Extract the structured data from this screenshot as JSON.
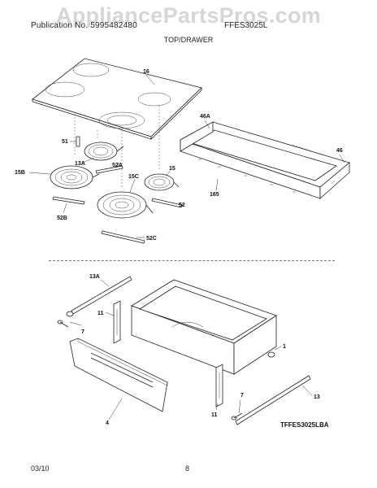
{
  "header": {
    "left": "Publication No. 5995482480",
    "right": "FFES3025L",
    "watermark": "AppliancePartsPros.com"
  },
  "section_title": "TOP/DRAWER",
  "figure_code": "TFFES3025LBA",
  "footer": {
    "date": "03/10",
    "page": "8"
  },
  "labels": {
    "p16": "16",
    "p46a": "46A",
    "p46": "46",
    "p165": "165",
    "p51": "51",
    "p13a_top": "13A",
    "p52a": "52A",
    "p15b": "15B",
    "p15c": "15C",
    "p15": "15",
    "p52": "52",
    "p52b": "52B",
    "p52c": "52C",
    "p13a_bot": "13A",
    "p11_left": "11",
    "p7_left": "7",
    "p1": "1",
    "p4": "4",
    "p11_right": "11",
    "p7_right": "7",
    "p13": "13"
  }
}
